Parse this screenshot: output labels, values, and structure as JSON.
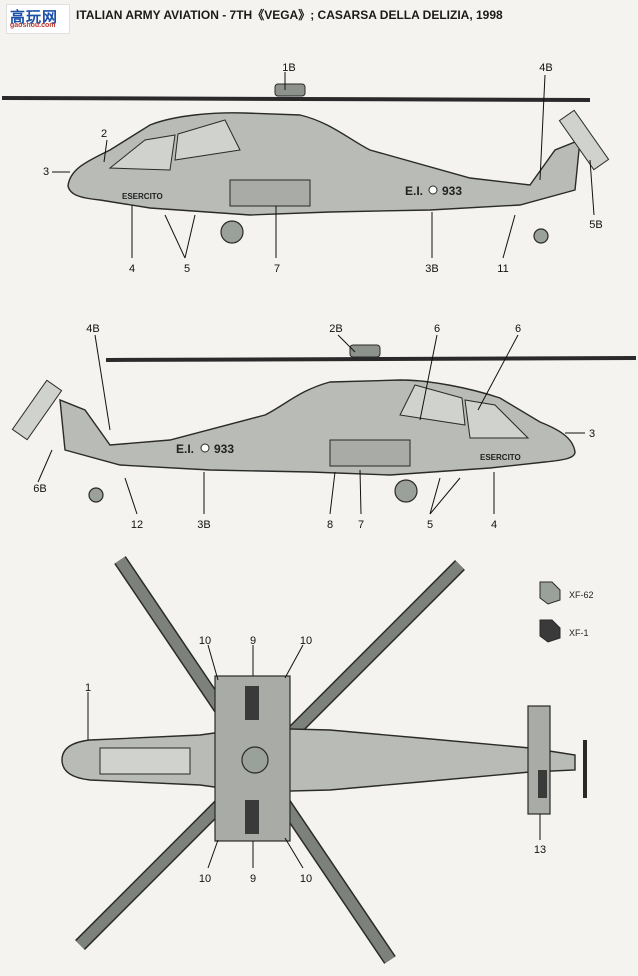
{
  "logo": {
    "text": "高玩网",
    "url": "gaoshou.com"
  },
  "title": "ITALIAN ARMY AVIATION - 7TH《VEGA》; CASARSA DELLA DELIZIA, 1998",
  "colors": {
    "XF-62": "#9aa09a",
    "XF-1": "#3a3a3a",
    "body": "#b8bbb6",
    "outline": "#2a2a2a"
  },
  "legend": [
    {
      "code": "XF-62",
      "label": "XF-62"
    },
    {
      "code": "XF-1",
      "label": "XF-1"
    }
  ],
  "markings": {
    "serial": "E.I.",
    "number": "933",
    "esercito": "ESERCITO"
  },
  "views": {
    "right_side": {
      "callouts": [
        "1B",
        "2",
        "3",
        "4",
        "5",
        "7",
        "4B",
        "5B",
        "3B",
        "11"
      ]
    },
    "left_side": {
      "callouts": [
        "2B",
        "6",
        "6",
        "4B",
        "3",
        "6B",
        "12",
        "3B",
        "8",
        "7",
        "5",
        "4"
      ]
    },
    "top": {
      "callouts": [
        "10",
        "9",
        "10",
        "1",
        "10",
        "9",
        "10",
        "13"
      ]
    }
  }
}
